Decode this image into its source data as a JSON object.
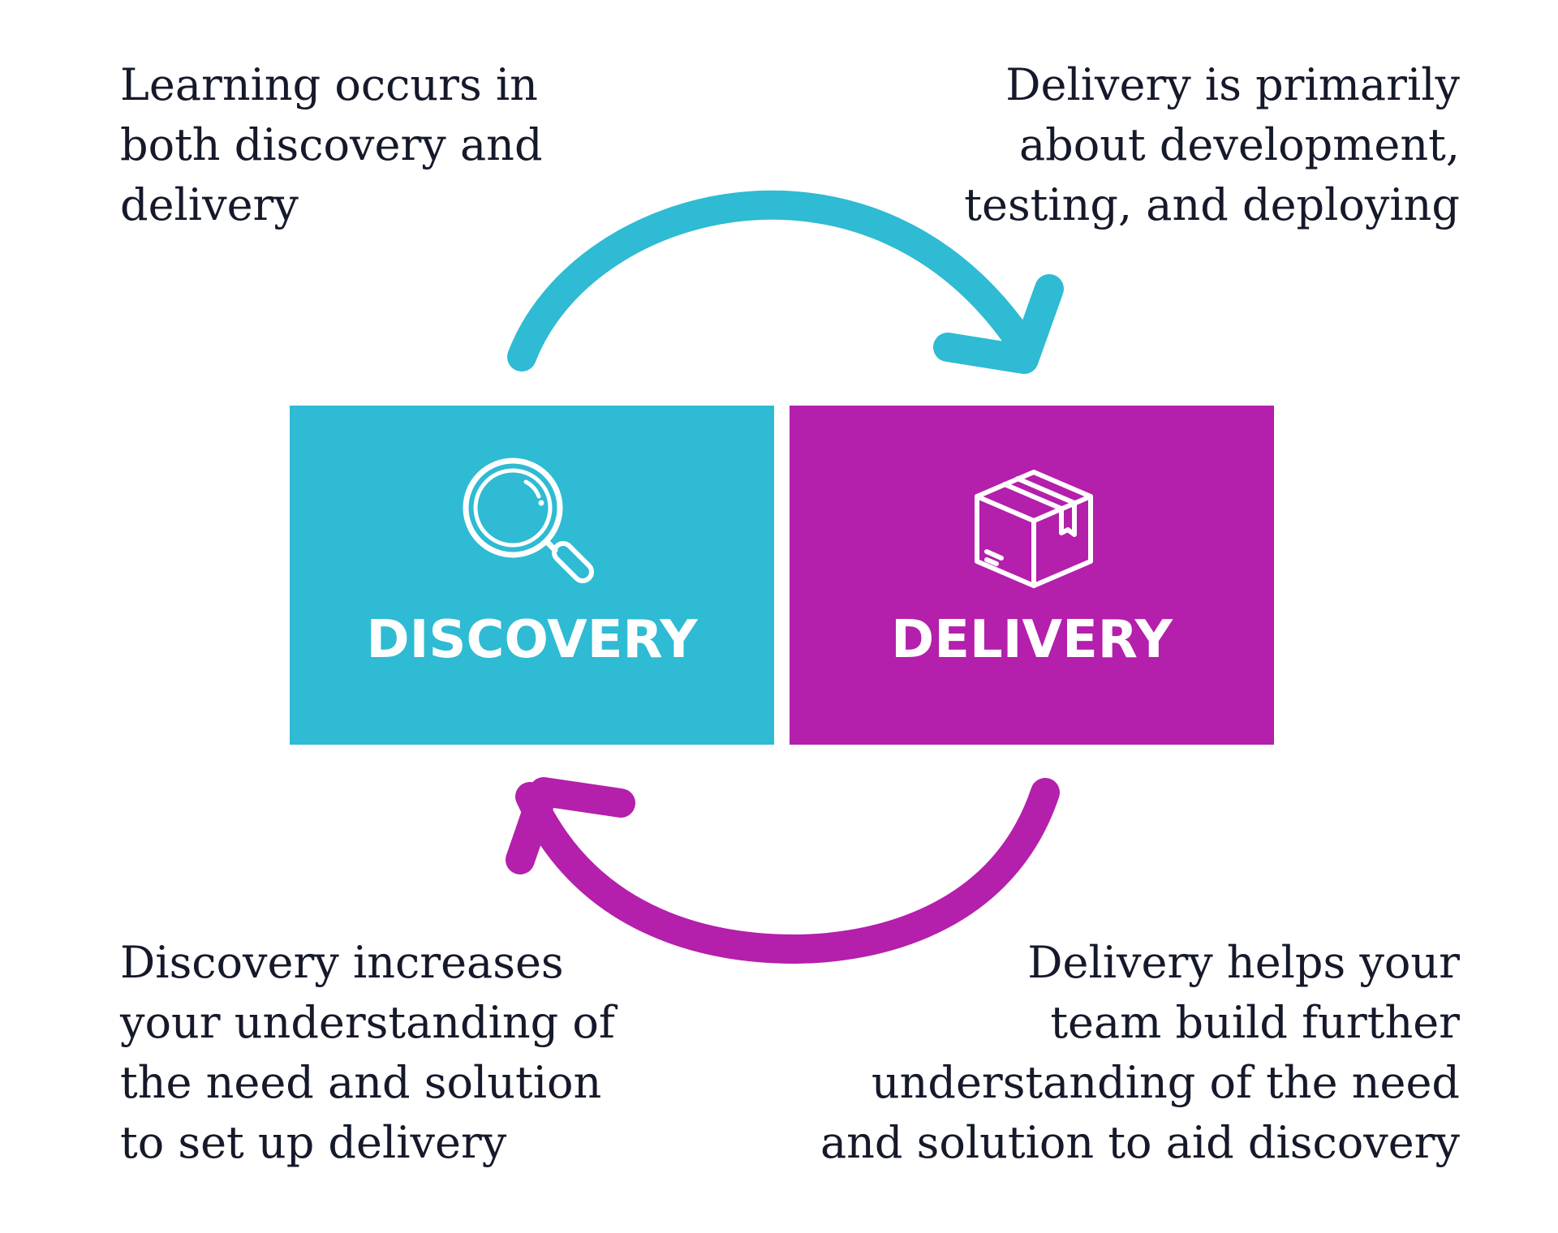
{
  "colors": {
    "discovery": "#2ebbd3",
    "delivery": "#b41fab",
    "text": "#15192a",
    "background": "#ffffff"
  },
  "notes": {
    "top_left": [
      "Learning occurs in",
      "both discovery and",
      "delivery"
    ],
    "top_right": [
      "Delivery is primarily",
      "about development,",
      "testing, and deploying"
    ],
    "bottom_left": [
      "Discovery increases",
      "your understanding of",
      "the need and solution",
      "to set up delivery"
    ],
    "bottom_right": [
      "Delivery helps your",
      "team build further",
      "understanding of the need",
      "and solution to aid discovery"
    ]
  },
  "stages": {
    "discovery": {
      "label": "DISCOVERY",
      "icon": "magnifying-glass-icon"
    },
    "delivery": {
      "label": "DELIVERY",
      "icon": "package-box-icon"
    }
  },
  "arrows": {
    "top": {
      "direction": "discovery-to-delivery",
      "color": "#2ebbd3"
    },
    "bottom": {
      "direction": "delivery-to-discovery",
      "color": "#b41fab"
    }
  }
}
